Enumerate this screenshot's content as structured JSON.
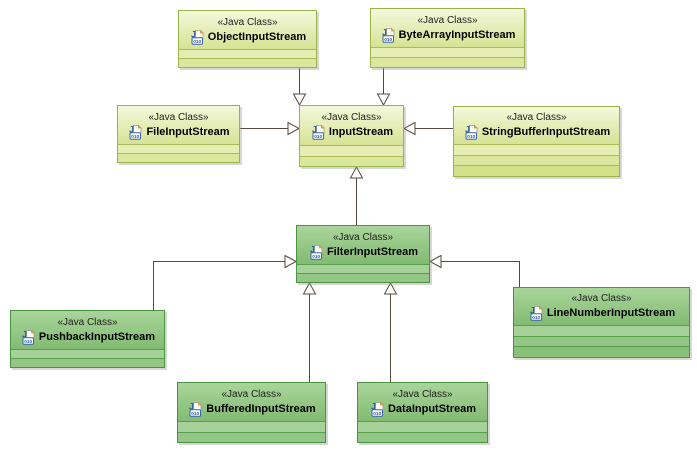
{
  "stereotype_label": "«Java Class»",
  "classes": [
    {
      "stereotype": "«Java Class»",
      "name": "ObjectInputStream",
      "theme": "light"
    },
    {
      "stereotype": "«Java Class»",
      "name": "ByteArrayInputStream",
      "theme": "light"
    },
    {
      "stereotype": "«Java Class»",
      "name": "FileInputStream",
      "theme": "light"
    },
    {
      "stereotype": "«Java Class»",
      "name": "InputStream",
      "theme": "light"
    },
    {
      "stereotype": "«Java Class»",
      "name": "StringBufferInputStream",
      "theme": "light"
    },
    {
      "stereotype": "«Java Class»",
      "name": "FilterInputStream",
      "theme": "dark"
    },
    {
      "stereotype": "«Java Class»",
      "name": "PushbackInputStream",
      "theme": "dark"
    },
    {
      "stereotype": "«Java Class»",
      "name": "BufferedInputStream",
      "theme": "dark"
    },
    {
      "stereotype": "«Java Class»",
      "name": "DataInputStream",
      "theme": "dark"
    },
    {
      "stereotype": "«Java Class»",
      "name": "LineNumberInputStream",
      "theme": "dark"
    }
  ],
  "relationships": [
    {
      "type": "generalization",
      "from": "ObjectInputStream",
      "to": "InputStream"
    },
    {
      "type": "generalization",
      "from": "ByteArrayInputStream",
      "to": "InputStream"
    },
    {
      "type": "generalization",
      "from": "FileInputStream",
      "to": "InputStream"
    },
    {
      "type": "generalization",
      "from": "StringBufferInputStream",
      "to": "InputStream"
    },
    {
      "type": "generalization",
      "from": "FilterInputStream",
      "to": "InputStream"
    },
    {
      "type": "generalization",
      "from": "PushbackInputStream",
      "to": "FilterInputStream"
    },
    {
      "type": "generalization",
      "from": "BufferedInputStream",
      "to": "FilterInputStream"
    },
    {
      "type": "generalization",
      "from": "DataInputStream",
      "to": "FilterInputStream"
    },
    {
      "type": "generalization",
      "from": "LineNumberInputStream",
      "to": "FilterInputStream"
    }
  ],
  "colors": {
    "light_border": "#9ab44a",
    "light_fill": "#dbe79d",
    "dark_border": "#4a9341",
    "dark_fill": "#94c685",
    "connector": "#57493f",
    "background": "#ffffff"
  },
  "icons": {
    "java_class_badge_text": "010"
  }
}
